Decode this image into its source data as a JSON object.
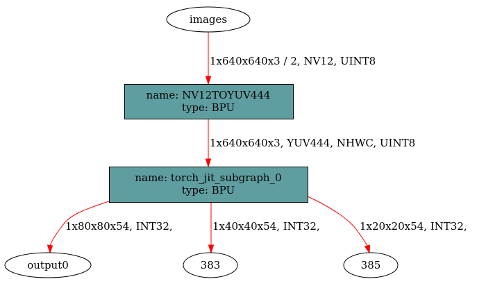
{
  "nodes": {
    "images": "images",
    "nv12": {
      "name": "name: NV12TOYUV444",
      "type": "type: BPU"
    },
    "subgraph": {
      "name": "name: torch_jit_subgraph_0",
      "type": "type: BPU"
    },
    "output0": "output0",
    "n383": "383",
    "n385": "385"
  },
  "edges": {
    "images_to_nv12": "1x640x640x3 / 2, NV12, UINT8",
    "nv12_to_subgraph": "1x640x640x3, YUV444, NHWC, UINT8",
    "subgraph_to_output0": "1x80x80x54, INT32,",
    "subgraph_to_383": "1x40x40x54, INT32,",
    "subgraph_to_385": "1x20x20x54, INT32,"
  },
  "colors": {
    "node_fill": "#5f9ea0",
    "edge": "#ff0000"
  }
}
